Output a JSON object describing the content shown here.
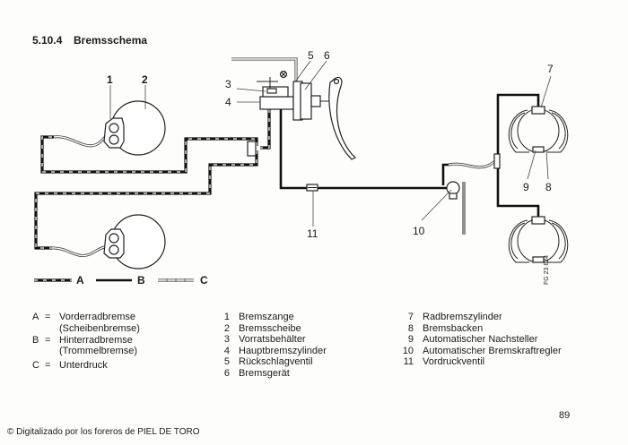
{
  "section": {
    "number": "5.10.4",
    "title": "Bremsschema"
  },
  "callouts": [
    "1",
    "2",
    "3",
    "4",
    "5",
    "6",
    "7",
    "8",
    "9",
    "10",
    "11"
  ],
  "line_legend": [
    {
      "key": "A",
      "style": "dashed-black-white"
    },
    {
      "key": "B",
      "style": "solid-black"
    },
    {
      "key": "C",
      "style": "hollow-double"
    }
  ],
  "circuit_legend": [
    {
      "key": "A",
      "eq": "=",
      "lines": [
        "Vorderradbremse",
        "(Scheibenbremse)"
      ]
    },
    {
      "key": "B",
      "eq": "=",
      "lines": [
        "Hinterradbremse",
        "(Trommelbremse)"
      ]
    },
    {
      "key": "C",
      "eq": "=",
      "lines": [
        "Unterdruck"
      ]
    }
  ],
  "parts_col1": [
    {
      "n": "1",
      "name": "Bremszange"
    },
    {
      "n": "2",
      "name": "Bremsscheibe"
    },
    {
      "n": "3",
      "name": "Vorratsbehälter"
    },
    {
      "n": "4",
      "name": "Hauptbremszylinder"
    },
    {
      "n": "5",
      "name": "Rückschlagventil"
    },
    {
      "n": "6",
      "name": "Bremsgerät"
    }
  ],
  "parts_col2": [
    {
      "n": "7",
      "name": "Radbremszylinder"
    },
    {
      "n": "8",
      "name": "Bremsbacken"
    },
    {
      "n": "9",
      "name": "Automatischer Nachsteller"
    },
    {
      "n": "10",
      "name": "Automatischer Bremskraftregler"
    },
    {
      "n": "11",
      "name": "Vordruckventil"
    }
  ],
  "figure_code": "FG 23 824",
  "page_number": "89",
  "copyright": "© Digitalizado por los foreros de PIEL DE TORO"
}
